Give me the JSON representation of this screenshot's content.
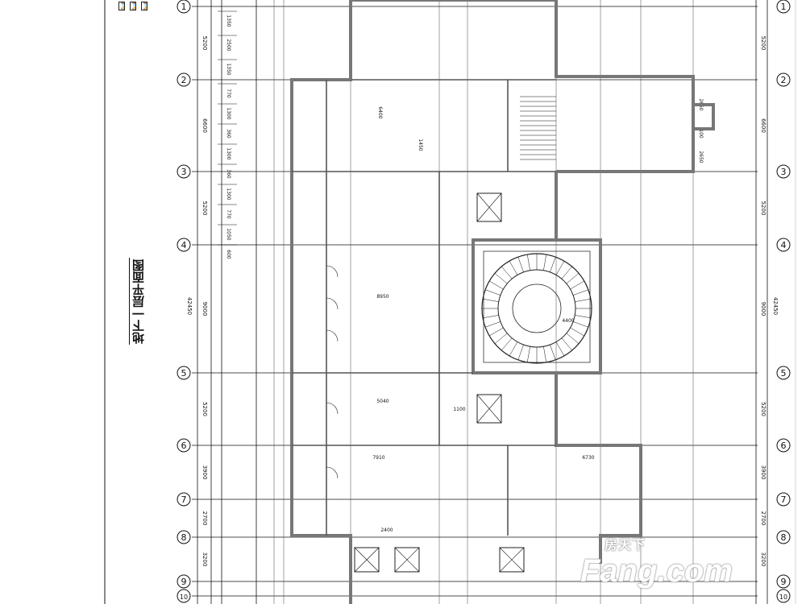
{
  "drawing": {
    "title": "地下一层平面图",
    "watermark_cn": "房天下",
    "watermark_en": "Fang.com",
    "grid_axes": [
      "1",
      "2",
      "3",
      "4",
      "5",
      "6",
      "7",
      "8",
      "9",
      "10"
    ],
    "right_dimensions": [
      "5200",
      "6600",
      "5200",
      "9000",
      "5200",
      "3900",
      "2700",
      "3200"
    ],
    "left_dimensions": [
      "5200",
      "6600",
      "5200",
      "9000",
      "5200",
      "3900",
      "2700",
      "3200"
    ],
    "left_sub_dimensions": [
      "1350",
      "2500",
      "1350",
      "770",
      "1300",
      "360",
      "1300",
      "360",
      "1300",
      "770",
      "1050",
      "600"
    ],
    "right_sub_dimensions": [
      "2650",
      "100",
      "2650"
    ],
    "total_dimension": "42450",
    "room_dimensions": [
      "6400",
      "1450",
      "4400",
      "8950",
      "6730",
      "7910",
      "5040",
      "2400",
      "1100"
    ],
    "wall_color": "#777777",
    "line_color": "#111111"
  }
}
